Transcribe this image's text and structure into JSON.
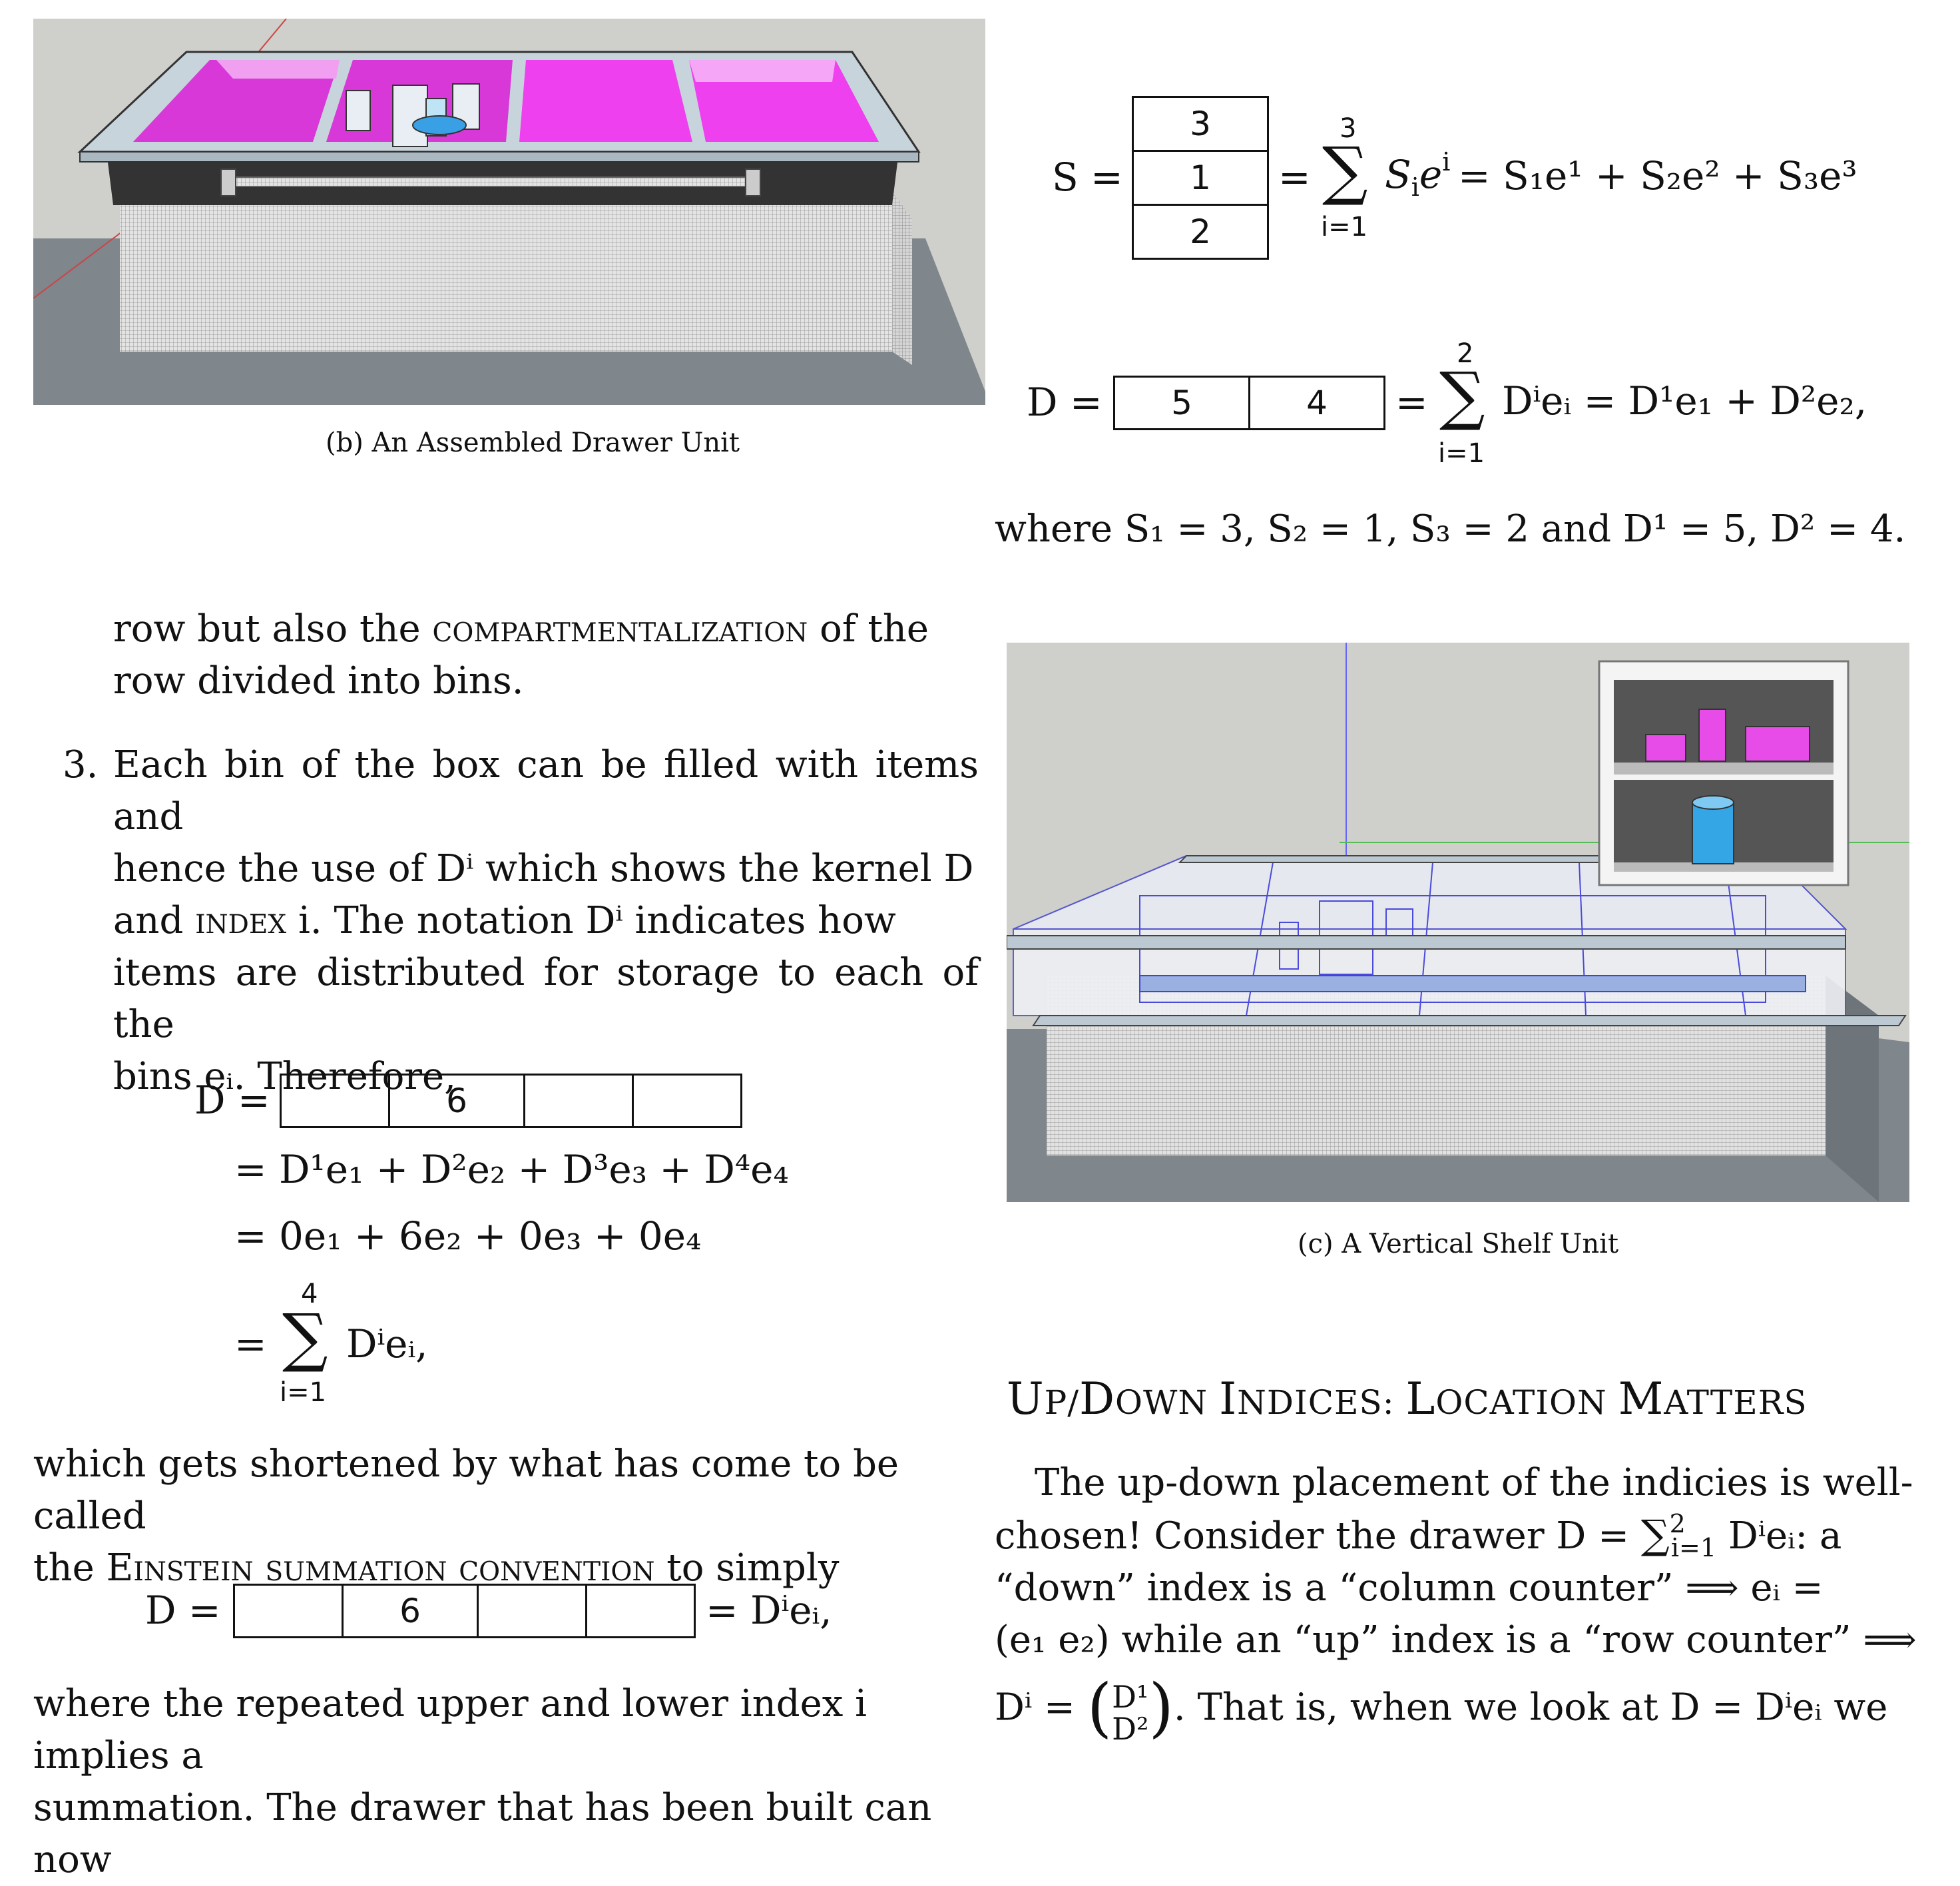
{
  "fig_b": {
    "caption": "(b) An Assembled Drawer Unit"
  },
  "fig_c": {
    "caption": "(c) A Vertical Shelf Unit"
  },
  "eq_S": {
    "lhs": "S =",
    "cells": [
      "3",
      "1",
      "2"
    ],
    "sum_upper": "3",
    "sum_lower": "i=1",
    "rhs_a": "= ",
    "rhs_b": "S",
    "rhs_c": "i",
    "rhs_d": "e",
    "rhs_e": "i",
    "rhs_expansion": "= S₁e¹ + S₂e² + S₃e³"
  },
  "eq_D": {
    "lhs": "D =",
    "cells": [
      "5",
      "4"
    ],
    "sum_upper": "2",
    "sum_lower": "i=1",
    "rhs_expansion": "Dⁱeᵢ = D¹e₁ + D²e₂,"
  },
  "where_line": "where S₁ = 3, S₂ = 1, S₃ = 2 and D¹ = 5, D² = 4.",
  "left_col": {
    "para1_a": "row but also the ",
    "para1_sc": "compartmentalization",
    "para1_b": " of the",
    "para1_c": "row divided into bins.",
    "item3_num": "3.",
    "item3_l1": "Each bin of the box can be filled with items and",
    "item3_l2": "hence the use of Dⁱ which shows the kernel D",
    "item3_l3_a": "and ",
    "item3_l3_sc": "index",
    "item3_l3_b": " i.  The notation Dⁱ indicates how",
    "item3_l4": "items are distributed for storage to each of the",
    "item3_l5": "bins eᵢ. Therefore,"
  },
  "eq_D4": {
    "lhs": "D =",
    "cells": [
      "",
      "6",
      "",
      ""
    ],
    "line2": "= D¹e₁ + D²e₂ + D³e₃ + D⁴e₄",
    "line3": "= 0e₁ + 6e₂ + 0e₃ + 0e₄",
    "sum_upper": "4",
    "sum_lower": "i=1",
    "line4_eq": "=",
    "line4_rhs": "Dⁱeᵢ,"
  },
  "einstein": {
    "l1": "which gets shortened by what has come to be called",
    "l2_a": "the ",
    "l2_sc": "Einstein summation convention",
    "l2_b": " to simply"
  },
  "eq_D5": {
    "lhs": "D =",
    "cells": [
      "",
      "6",
      "",
      ""
    ],
    "rhs": "= Dⁱeᵢ,"
  },
  "closing": {
    "l1": "where the repeated upper and lower index i implies a",
    "l2": "summation.  The drawer that has been built can now"
  },
  "section": {
    "title_a": "U",
    "title_b": "p/",
    "title_c": "D",
    "title_d": "own ",
    "title_e": "I",
    "title_f": "ndices: ",
    "title_g": "L",
    "title_h": "ocation ",
    "title_i": "M",
    "title_j": "atters",
    "l1": "The up-down placement of the indicies is well-",
    "l2_a": "chosen!  Consider the drawer D  =  ",
    "l2_sum": "∑",
    "l2_sup": "2",
    "l2_sub": "i=1",
    "l2_b": " Dⁱeᵢ:  a",
    "l3": "“down” index is a “column counter”  ⟹  eᵢ  =",
    "l4": "(e₁   e₂) while an “up” index is a “row counter” ⟹",
    "l5_a": "Dⁱ = ",
    "l5_top": "D¹",
    "l5_bot": "D²",
    "l5_b": ".  That is, when we look at D = Dⁱeᵢ we"
  }
}
